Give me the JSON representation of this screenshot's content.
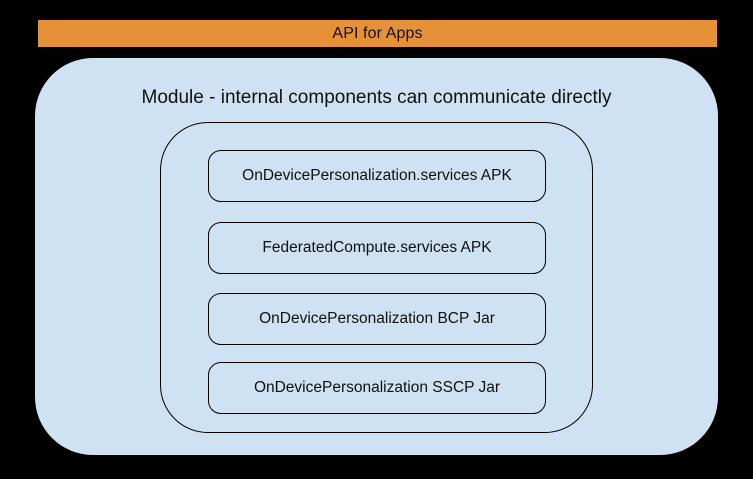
{
  "colors": {
    "page_bg": "#000000",
    "banner_bg": "#e69138",
    "module_bg": "#cfe2f3",
    "border": "#000000",
    "text": "#111111"
  },
  "banner": {
    "label": "API for Apps"
  },
  "module": {
    "title": "Module - internal components can communicate directly",
    "components": [
      {
        "label": "OnDevicePersonalization.services APK"
      },
      {
        "label": "FederatedCompute.services APK"
      },
      {
        "label": "OnDevicePersonalization BCP Jar"
      },
      {
        "label": "OnDevicePersonalization SSCP Jar"
      }
    ]
  }
}
